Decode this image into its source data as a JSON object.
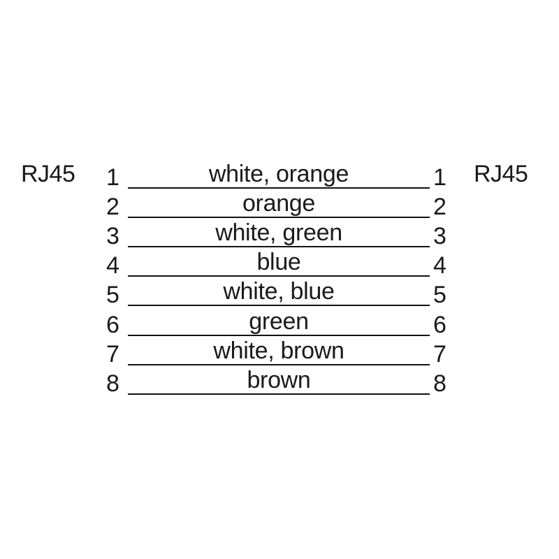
{
  "diagram": {
    "type": "rj45-straight-through-pinout",
    "background_color": "#ffffff",
    "line_color": "#111111",
    "text_color": "#1a1a1a",
    "left_connector": "RJ45",
    "right_connector": "RJ45",
    "pins": [
      {
        "left_number": "1",
        "right_number": "1",
        "wire": "white, orange"
      },
      {
        "left_number": "2",
        "right_number": "2",
        "wire": "orange"
      },
      {
        "left_number": "3",
        "right_number": "3",
        "wire": "white, green"
      },
      {
        "left_number": "4",
        "right_number": "4",
        "wire": "blue"
      },
      {
        "left_number": "5",
        "right_number": "5",
        "wire": "white, blue"
      },
      {
        "left_number": "6",
        "right_number": "6",
        "wire": "green"
      },
      {
        "left_number": "7",
        "right_number": "7",
        "wire": "white, brown"
      },
      {
        "left_number": "8",
        "right_number": "8",
        "wire": "brown"
      }
    ]
  }
}
